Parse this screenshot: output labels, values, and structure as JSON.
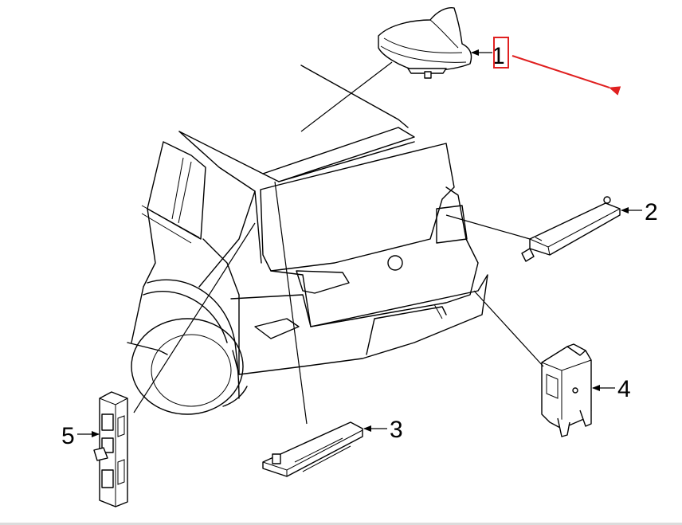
{
  "callouts": [
    {
      "id": "1",
      "label": "1"
    },
    {
      "id": "2",
      "label": "2"
    },
    {
      "id": "3",
      "label": "3"
    },
    {
      "id": "4",
      "label": "4"
    },
    {
      "id": "5",
      "label": "5"
    }
  ],
  "highlight": {
    "target": "1",
    "color": "#e02020"
  },
  "colors": {
    "line": "#000000",
    "background": "#ffffff",
    "highlight": "#e02020"
  }
}
